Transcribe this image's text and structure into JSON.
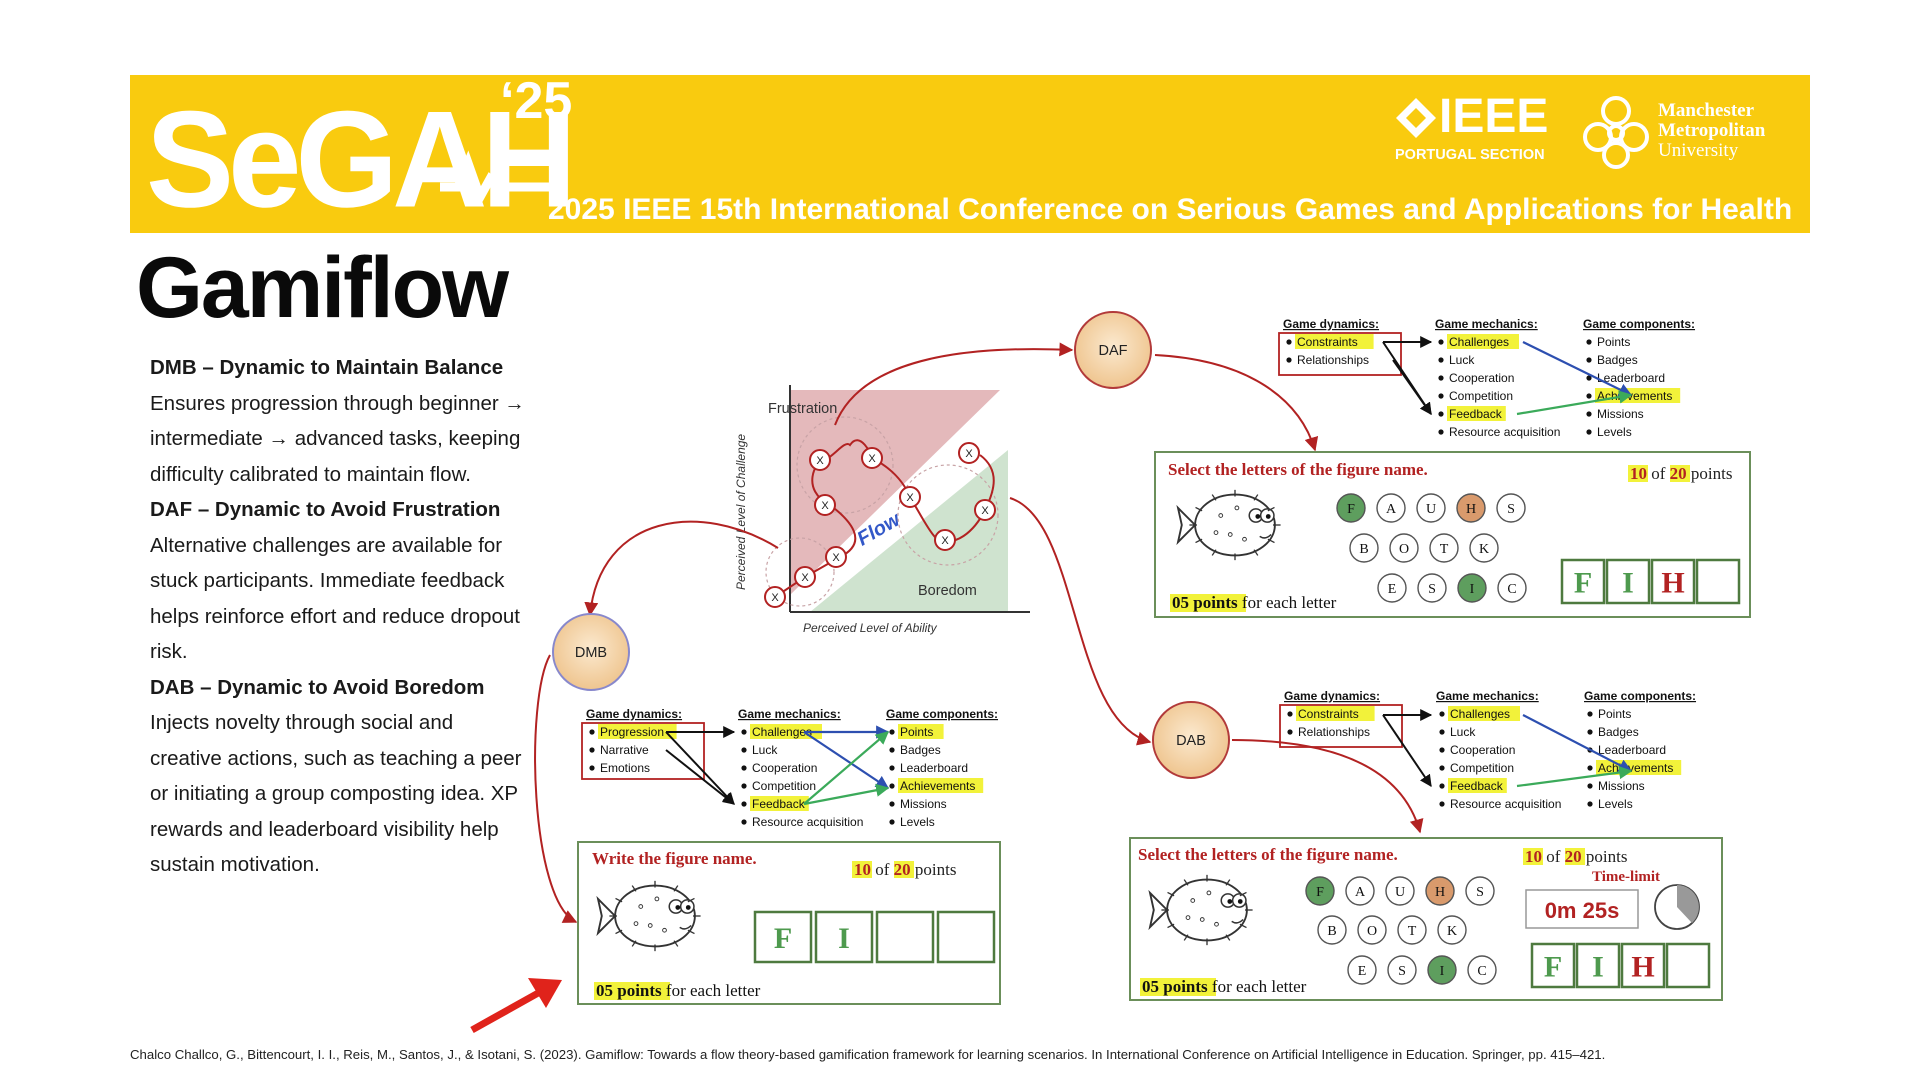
{
  "banner": {
    "brand": "SeGAH",
    "year": "‘25",
    "conference_title": "2025 IEEE 15th International Conference on Serious Games and Applications for Health",
    "ieee_word": "IEEE",
    "ieee_section": "PORTUGAL SECTION",
    "mmu_lines": [
      "Manchester",
      "Metropolitan",
      "University"
    ],
    "color": "#F9CB0F"
  },
  "title": "Gamiflow",
  "description": [
    {
      "heading": "DMB – Dynamic to Maintain Balance",
      "body": "Ensures progression through beginner → intermediate → advanced tasks, keeping difficulty calibrated to maintain flow."
    },
    {
      "heading": "DAF – Dynamic to Avoid Frustration",
      "body": "Alternative challenges are available for stuck participants. Immediate feedback helps reinforce effort and reduce dropout risk."
    },
    {
      "heading": "DAB – Dynamic to Avoid Boredom",
      "body": "Injects novelty through social and creative actions, such as teaching a peer or initiating a group composting idea. XP rewards and leaderboard visibility help sustain motivation."
    }
  ],
  "flow_chart": {
    "y_label": "Perceived Level of Challenge",
    "x_label": "Perceived Level of Ability",
    "zones": [
      "Frustration",
      "Flow",
      "Boredom"
    ],
    "marker": "X"
  },
  "nodes": {
    "daf": "DAF",
    "dmb": "DMB",
    "dab": "DAB"
  },
  "framework_labels": {
    "dynamics": "Game dynamics:",
    "mechanics": "Game mechanics:",
    "components": "Game components:"
  },
  "daf_framework": {
    "dynamics": [
      "Constraints",
      "Relationships"
    ],
    "mechanics": [
      "Challenges",
      "Luck",
      "Cooperation",
      "Competition",
      "Feedback",
      "Resource acquisition"
    ],
    "components": [
      "Points",
      "Badges",
      "Leaderboard",
      "Achievements",
      "Missions",
      "Levels"
    ]
  },
  "dmb_framework": {
    "dynamics": [
      "Progression",
      "Narrative",
      "Emotions"
    ],
    "mechanics": [
      "Challenges",
      "Luck",
      "Cooperation",
      "Competition",
      "Feedback",
      "Resource acquisition"
    ],
    "components": [
      "Points",
      "Badges",
      "Leaderboard",
      "Achievements",
      "Missions",
      "Levels"
    ]
  },
  "dab_framework": {
    "dynamics": [
      "Constraints",
      "Relationships"
    ],
    "mechanics": [
      "Challenges",
      "Luck",
      "Cooperation",
      "Competition",
      "Feedback",
      "Resource acquisition"
    ],
    "components": [
      "Points",
      "Badges",
      "Leaderboard",
      "Achievements",
      "Missions",
      "Levels"
    ]
  },
  "daf_card": {
    "prompt": "Select the letters of the figure name.",
    "score": "10",
    "of": "of",
    "total": "20",
    "points": "points",
    "per_letter_value": "05 points",
    "per_letter_suffix": "for each letter",
    "letters": [
      [
        "F",
        "A",
        "U",
        "H",
        "S"
      ],
      [
        "B",
        "O",
        "T",
        "K"
      ],
      [
        "E",
        "S",
        "I",
        "C"
      ]
    ],
    "answer": [
      "F",
      "I",
      "H",
      ""
    ]
  },
  "dmb_card": {
    "prompt": "Write the figure name.",
    "score": "10",
    "of": "of",
    "total": "20",
    "points": "points",
    "per_letter_value": "05 points",
    "per_letter_suffix": "for each letter",
    "answer": [
      "F",
      "I",
      "",
      ""
    ]
  },
  "dab_card": {
    "prompt": "Select the letters of the figure name.",
    "score": "10",
    "of": "of",
    "total": "20",
    "points": "points",
    "time_label": "Time-limit",
    "timer": "0m 25s",
    "per_letter_value": "05 points",
    "per_letter_suffix": "for each letter",
    "letters": [
      [
        "F",
        "A",
        "U",
        "H",
        "S"
      ],
      [
        "B",
        "O",
        "T",
        "K"
      ],
      [
        "E",
        "S",
        "I",
        "C"
      ]
    ],
    "answer": [
      "F",
      "I",
      "H",
      ""
    ]
  },
  "citation": "Chalco Challco, G., Bittencourt, I. I., Reis, M., Santos, J., & Isotani, S. (2023). Gamiflow: Towards a flow theory-based gamification framework for learning scenarios. In International Conference on Artificial Intelligence in Education. Springer, pp. 415–421.",
  "colors": {
    "highlight": "#F2F23A",
    "card_border": "#5B8A4F",
    "red": "#B22222",
    "green_letter": "#4E9A4E",
    "orange_letter": "#D99A6C"
  }
}
